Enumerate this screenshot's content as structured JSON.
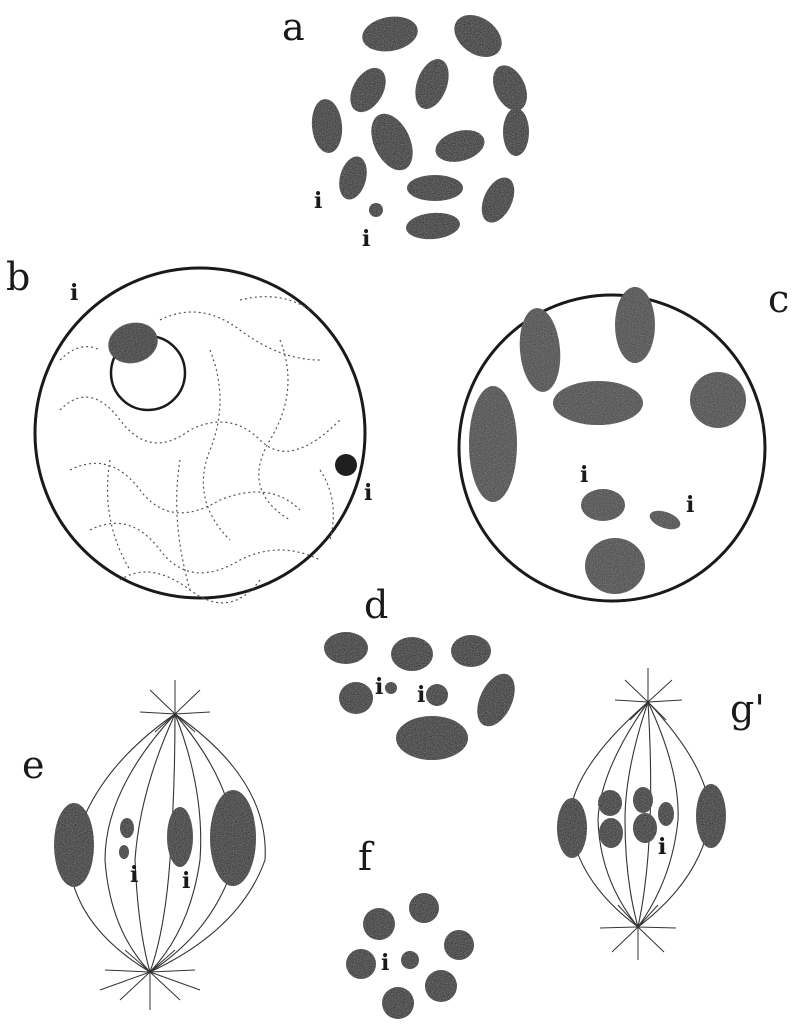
{
  "panels": {
    "a": "a",
    "b": "b",
    "c": "c",
    "d": "d",
    "e": "e",
    "f": "f",
    "g": "g'"
  },
  "marker": "i"
}
